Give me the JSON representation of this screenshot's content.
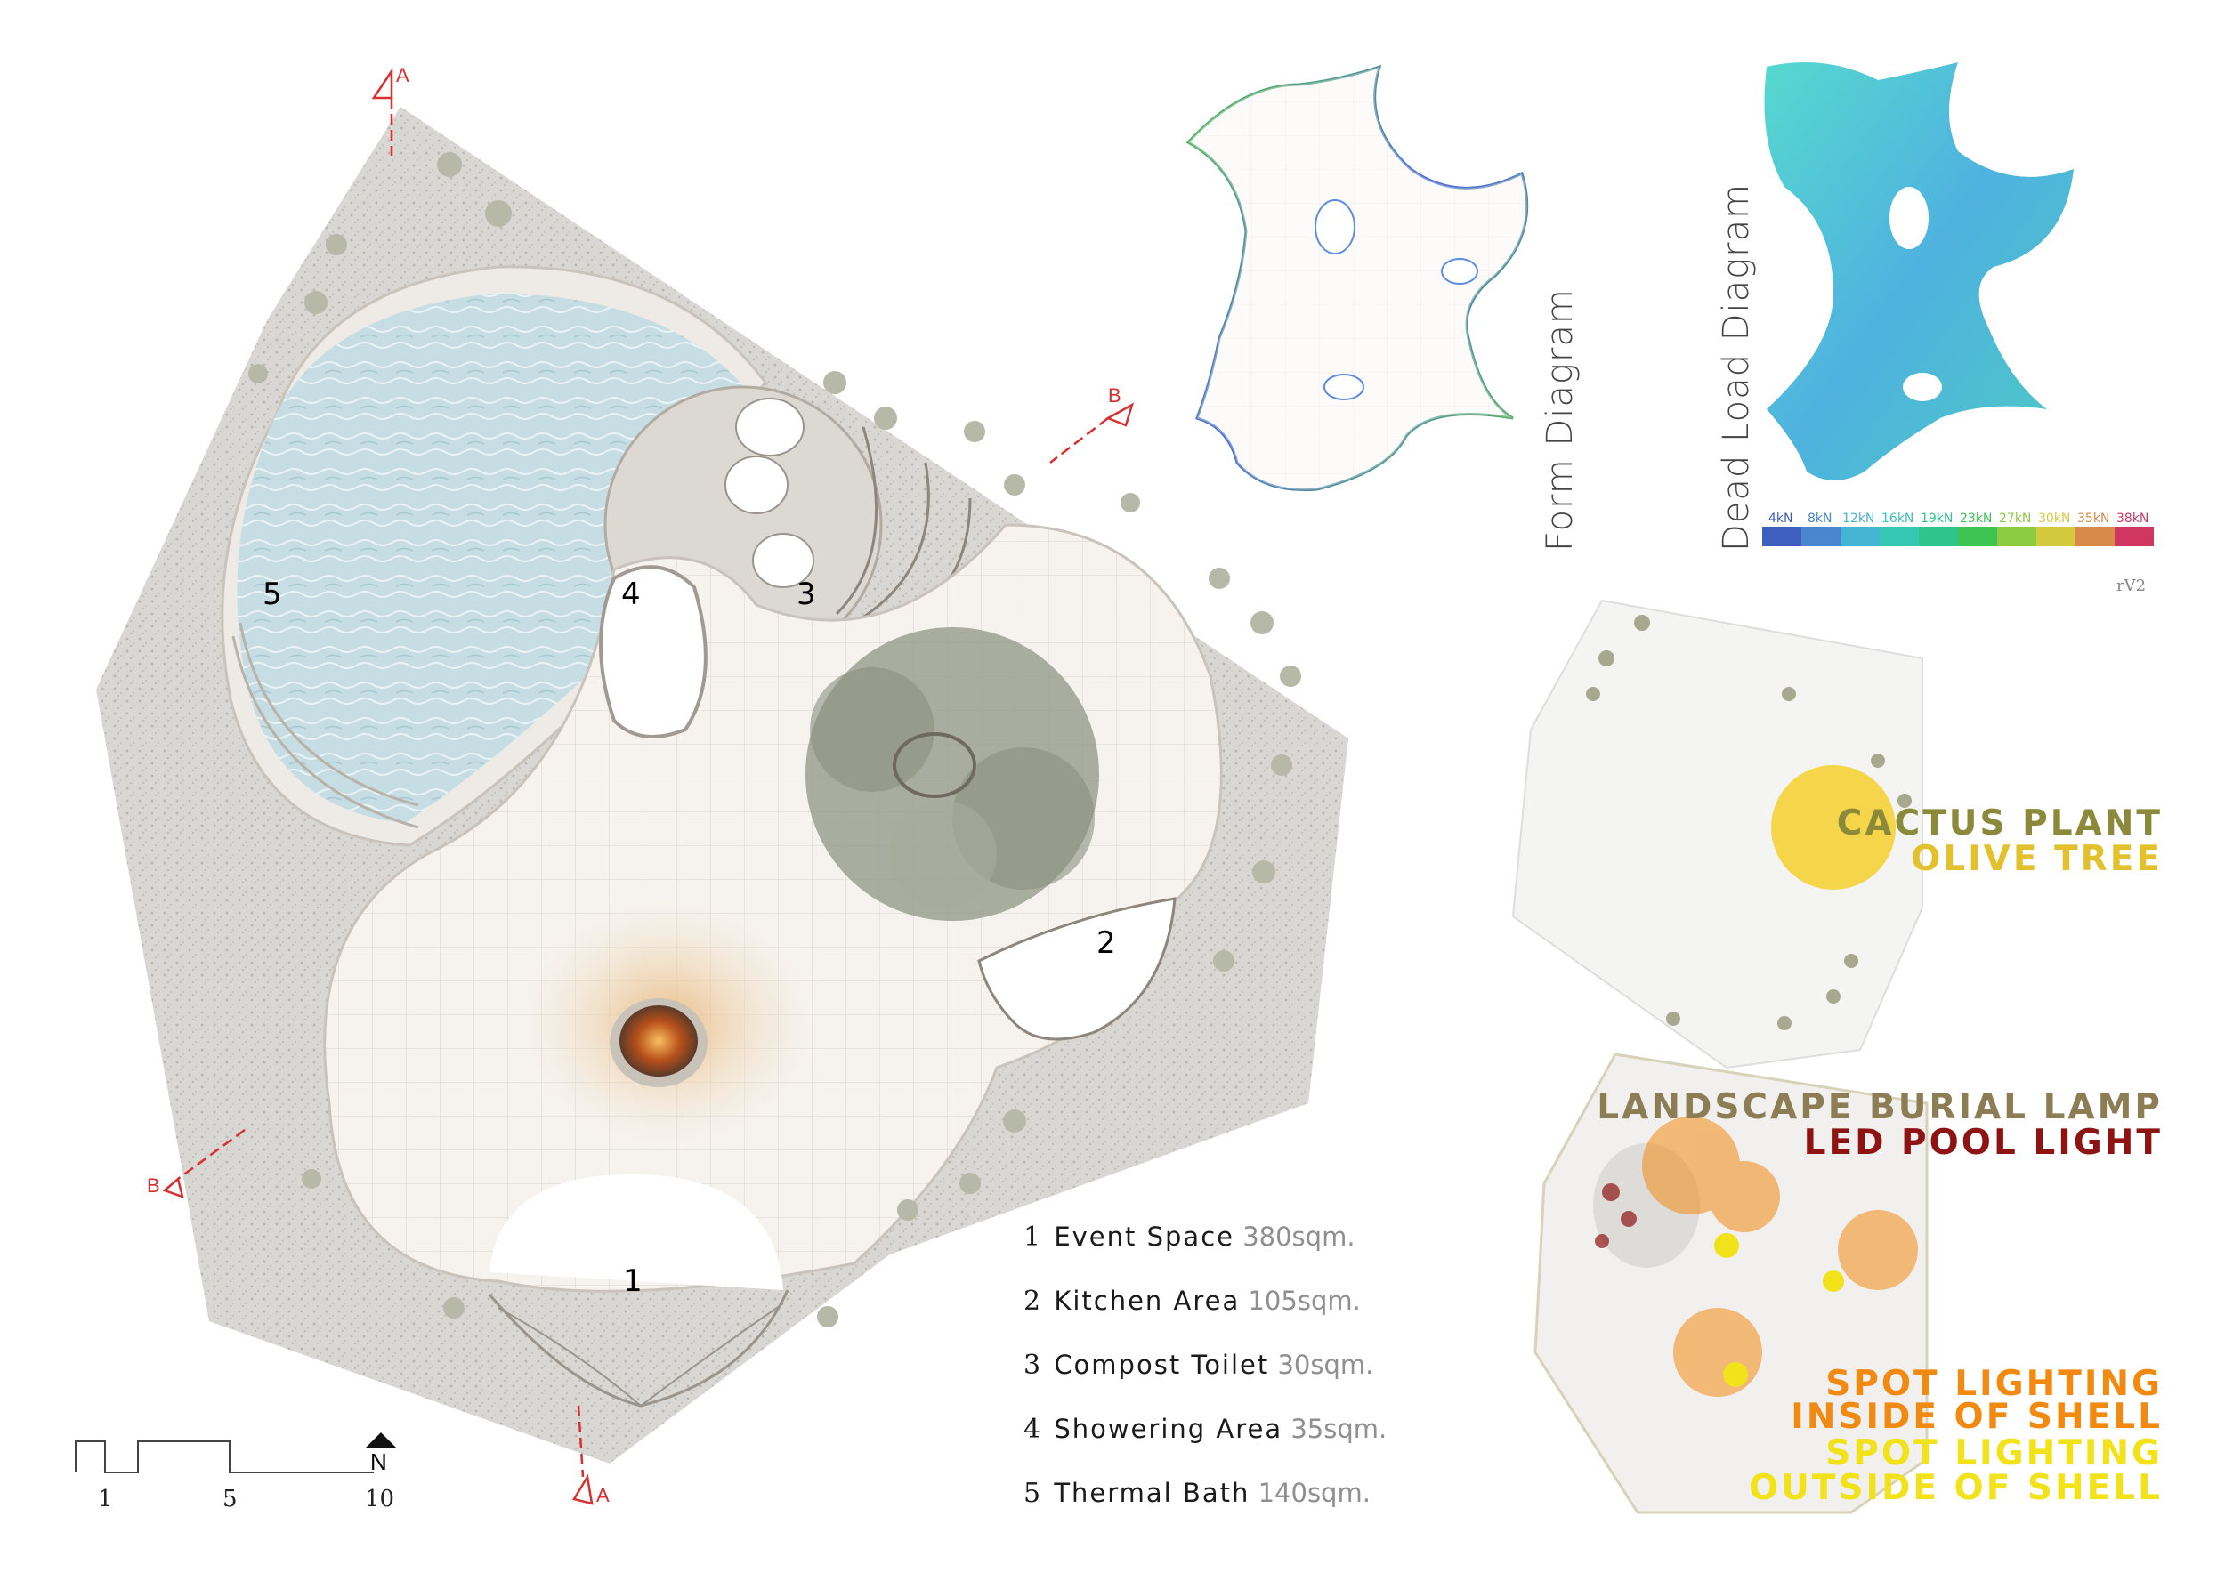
{
  "legend": [
    {
      "num": "1",
      "label": "Event  Space",
      "area": "380sqm."
    },
    {
      "num": "2",
      "label": "Kitchen  Area",
      "area": "105sqm."
    },
    {
      "num": "3",
      "label": "Compost Toilet",
      "area": "30sqm."
    },
    {
      "num": "4",
      "label": "Showering Area",
      "area": "35sqm."
    },
    {
      "num": "5",
      "label": "Thermal Bath",
      "area": "140sqm."
    }
  ],
  "plan_labels": {
    "l1": "1",
    "l2": "2",
    "l3": "3",
    "l4": "4",
    "l5": "5"
  },
  "sections": {
    "a_top": "A",
    "a_bottom": "A",
    "b_right": "B",
    "b_left": "B"
  },
  "scale": {
    "t1": "1",
    "t5": "5",
    "t10": "10",
    "north": "N"
  },
  "diagrams": {
    "form": "Form Diagram",
    "dead_load": "Dead Load Diagram",
    "logo": "rV2"
  },
  "load_scale": [
    {
      "label": "4kN",
      "color": "#3f5fbf"
    },
    {
      "label": "8kN",
      "color": "#4a86cf"
    },
    {
      "label": "12kN",
      "color": "#43b4d2"
    },
    {
      "label": "16kN",
      "color": "#35c6b4"
    },
    {
      "label": "19kN",
      "color": "#2fc48a"
    },
    {
      "label": "23kN",
      "color": "#3ec453"
    },
    {
      "label": "27kN",
      "color": "#8ccc42"
    },
    {
      "label": "30kN",
      "color": "#d4c93c"
    },
    {
      "label": "35kN",
      "color": "#d88a4a"
    },
    {
      "label": "38kN",
      "color": "#cf3760"
    }
  ],
  "planting_key": [
    {
      "text": "CACTUS PLANT",
      "color": "#8a8a3a"
    },
    {
      "text": "OLIVE TREE",
      "color": "#e2c12c"
    }
  ],
  "lighting_key": [
    {
      "text": "LANDSCAPE BURIAL LAMP",
      "color": "#8c7d55"
    },
    {
      "text": "LED POOL LIGHT",
      "color": "#8e1414"
    },
    {
      "text": "SPOT LIGHTING",
      "color": "#f28a12"
    },
    {
      "text": "INSIDE OF SHELL",
      "color": "#f28a12"
    },
    {
      "text": "SPOT LIGHTING",
      "color": "#f1e21a"
    },
    {
      "text": "OUTSIDE OF SHELL",
      "color": "#f1e21a"
    }
  ]
}
